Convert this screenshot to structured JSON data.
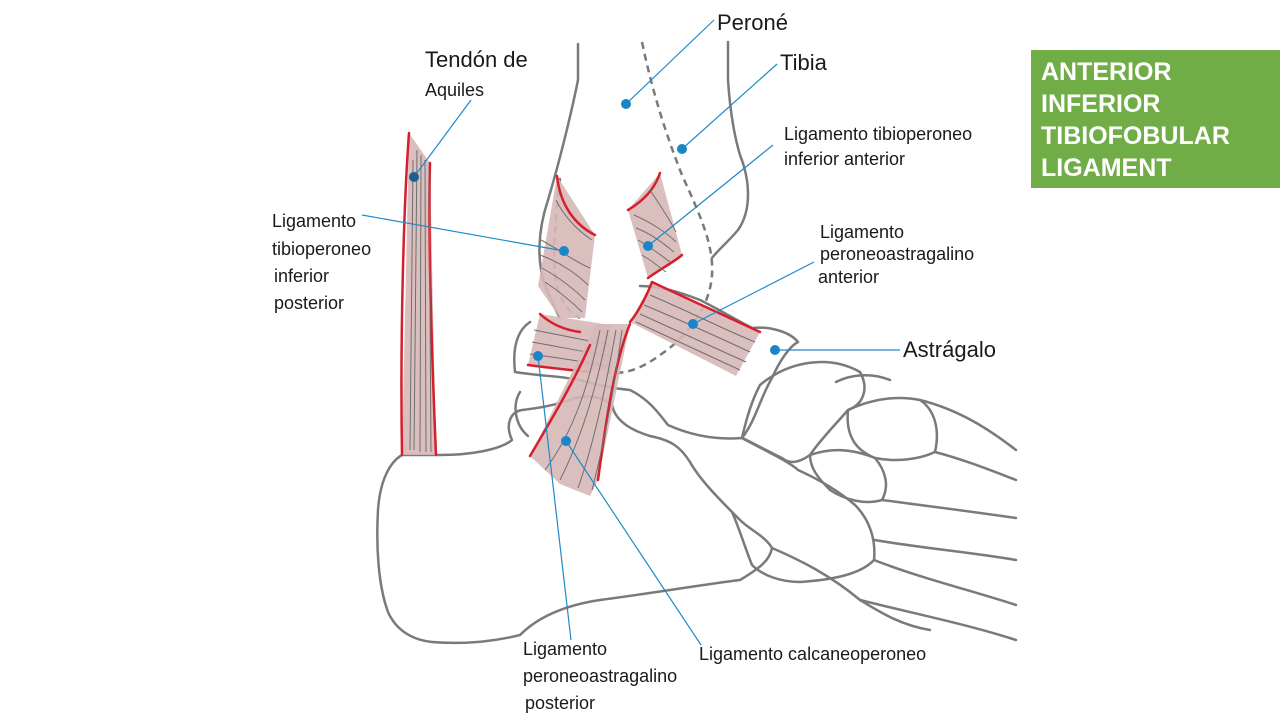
{
  "title_box": {
    "lines": [
      "ANTERIOR",
      "INFERIOR",
      "TIBIOFOBULAR",
      "LIGAMENT"
    ],
    "background": "#70ad47",
    "text_color": "#ffffff"
  },
  "labels": {
    "perone": "Peroné",
    "tibia": "Tibia",
    "tendon": [
      "Tendón de",
      "Aquiles"
    ],
    "tib_per_ant": [
      "Ligamento tibioperoneo",
      "inferior anterior"
    ],
    "tib_per_post": [
      "Ligamento",
      "tibioperoneo",
      "inferior",
      "posterior"
    ],
    "per_ast_ant": [
      "Ligamento",
      "peroneoastragalino",
      "anterior"
    ],
    "astragalo": "Astrágalo",
    "calc_per": "Ligamento calcaneoperoneo",
    "per_ast_post": [
      "Ligamento",
      "peroneoastragalino",
      "posterior"
    ]
  },
  "colors": {
    "bone_outline": "#7a7a7a",
    "ligament_fill": "#d7b8b8",
    "ligament_edge": "#d61f2c",
    "leader_line": "#1e8ac9"
  }
}
